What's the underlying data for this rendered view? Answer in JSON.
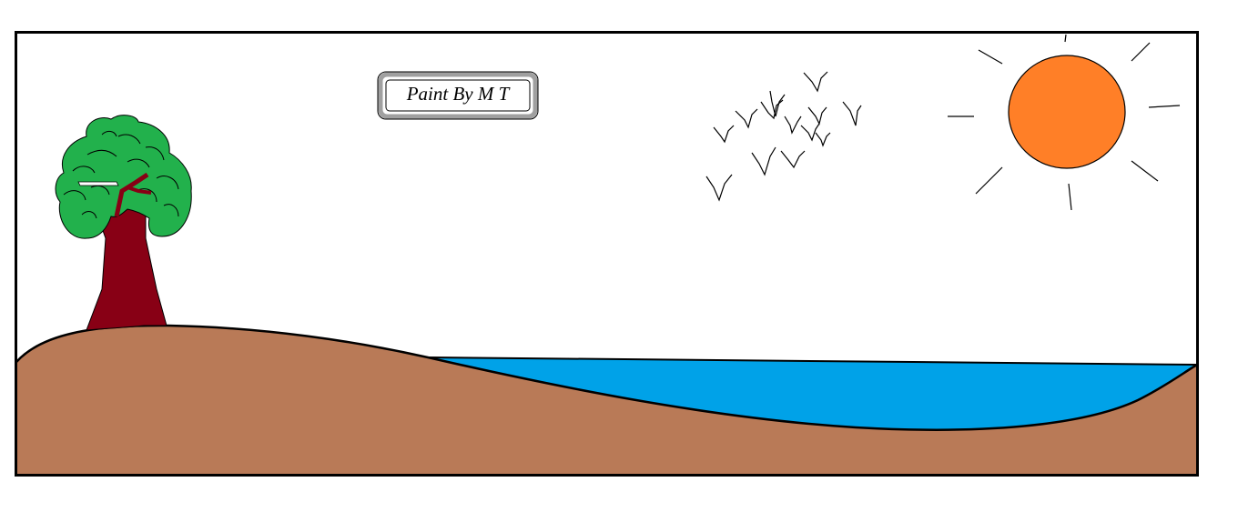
{
  "caption": {
    "text": "Paint By M T"
  },
  "scene": {
    "elements": [
      "frame",
      "tree",
      "hill",
      "lake",
      "birds",
      "sun",
      "sun-rays",
      "caption-sign"
    ],
    "bird_count": 13,
    "sun_ray_count": 8
  },
  "colors": {
    "frame": "#000000",
    "background": "#ffffff",
    "ground": "#b97a57",
    "water": "#00a2e8",
    "sun": "#ff7f27",
    "tree_leaves": "#22b14c",
    "tree_trunk": "#880015",
    "sign_border": "#a0a0a0",
    "outline": "#000000"
  }
}
